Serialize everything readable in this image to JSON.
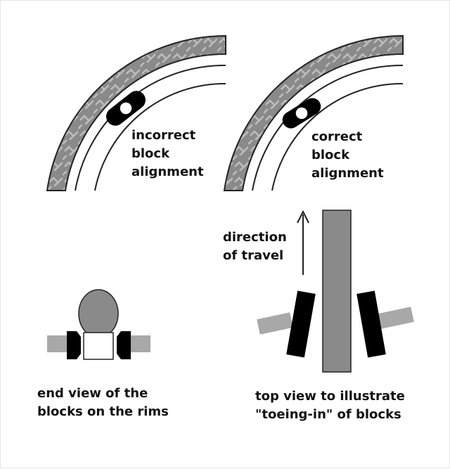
{
  "panels": {
    "incorrect": {
      "label_lines": [
        "incorrect",
        "block",
        "alignment"
      ],
      "block_symbol": "O"
    },
    "correct": {
      "label_lines": [
        "correct",
        "block",
        "alignment"
      ],
      "block_symbol": "O"
    },
    "top_view": {
      "direction_lines": [
        "direction",
        "of travel"
      ],
      "caption_lines": [
        "top view to illustrate",
        "\"toeing-in\" of blocks"
      ]
    },
    "end_view": {
      "caption_lines": [
        "end view of the",
        "blocks on the rims"
      ]
    }
  },
  "colors": {
    "tire": "#8a8a8a",
    "tire_tread": "#b5b5b5",
    "block": "#000000",
    "rim": "#ffffff",
    "outline": "#222222",
    "arm": "#a8a8a8",
    "hub": "#8a8a8a"
  }
}
